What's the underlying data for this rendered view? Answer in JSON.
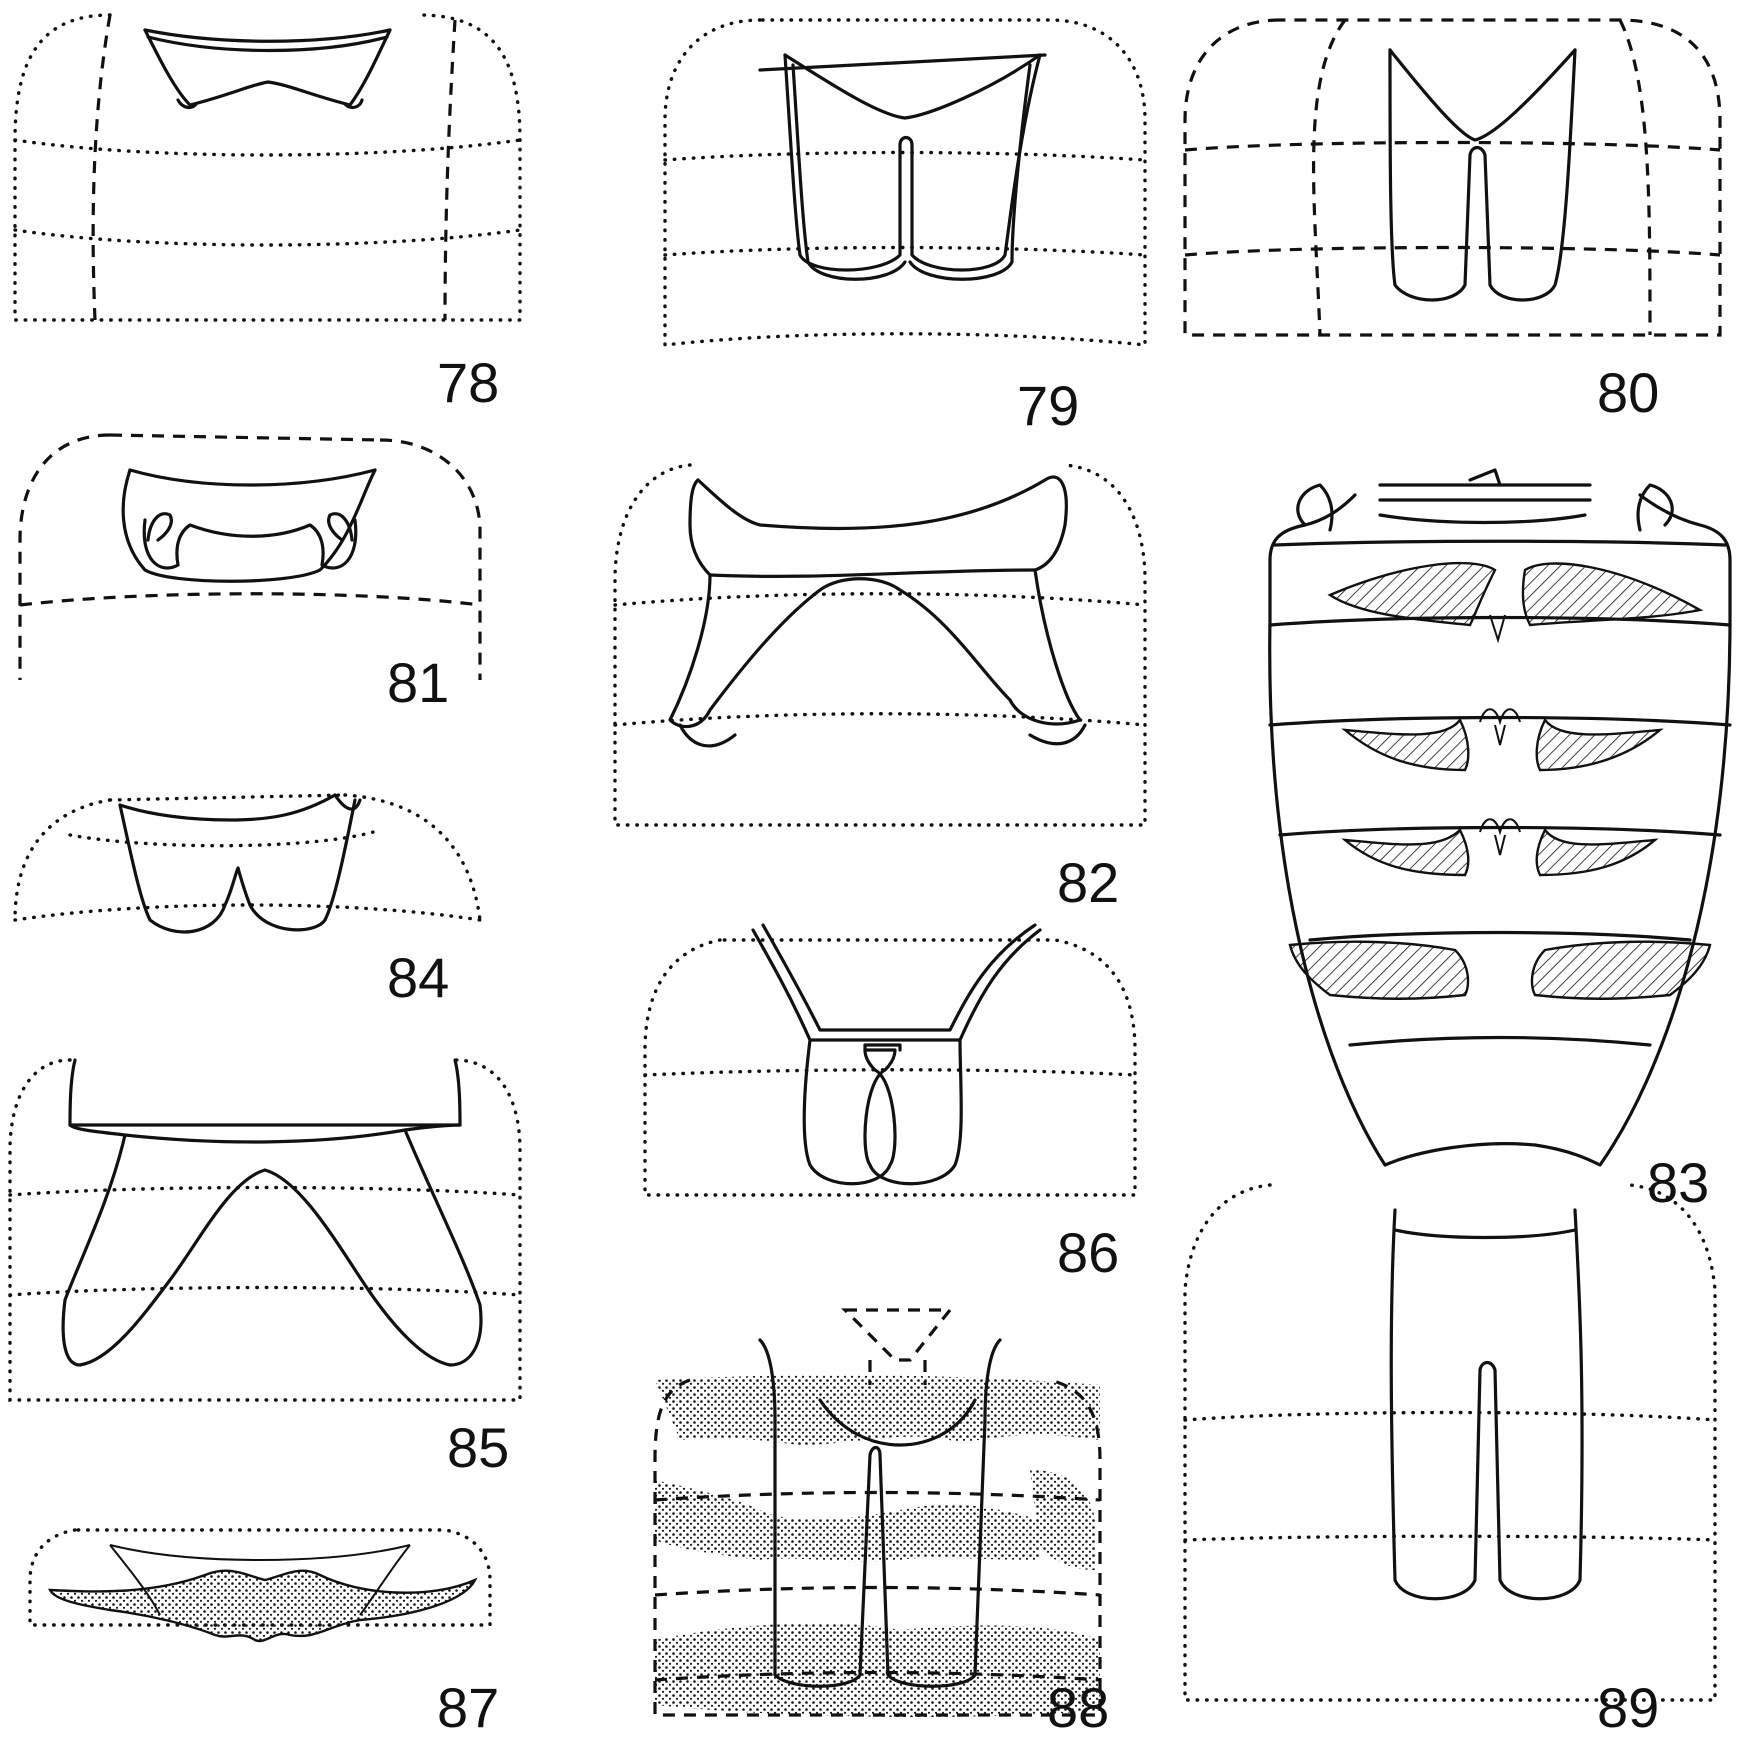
{
  "figures": [
    {
      "id": "fig-78",
      "label": "78"
    },
    {
      "id": "fig-79",
      "label": "79"
    },
    {
      "id": "fig-80",
      "label": "80"
    },
    {
      "id": "fig-81",
      "label": "81"
    },
    {
      "id": "fig-82",
      "label": "82"
    },
    {
      "id": "fig-83",
      "label": "83"
    },
    {
      "id": "fig-84",
      "label": "84"
    },
    {
      "id": "fig-85",
      "label": "85"
    },
    {
      "id": "fig-86",
      "label": "86"
    },
    {
      "id": "fig-87",
      "label": "87"
    },
    {
      "id": "fig-88",
      "label": "88"
    },
    {
      "id": "fig-89",
      "label": "89"
    }
  ],
  "style": {
    "ink": "#111111",
    "background": "#ffffff"
  }
}
